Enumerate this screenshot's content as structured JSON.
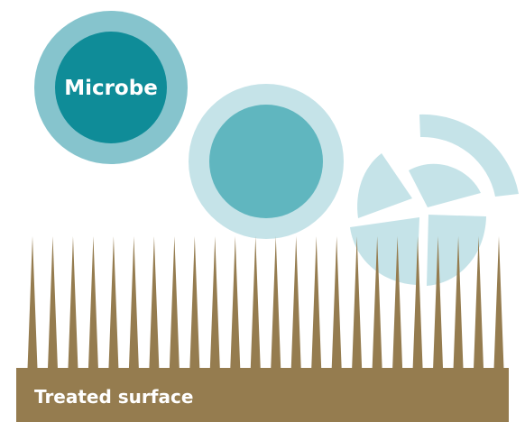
{
  "labels": {
    "microbe": "Microbe",
    "surface": "Treated surface"
  },
  "colors": {
    "intact_outer": "#86c4cd",
    "intact_core": "#0f8c98",
    "contact_outer": "#c5e3e8",
    "contact_core": "#60b6bf",
    "ruptured_fragments": "#c5e3e8",
    "spikes": "#957c4f",
    "surface": "#957c4f",
    "background": "#ffffff"
  },
  "stages": [
    "intact",
    "contact",
    "ruptured"
  ]
}
